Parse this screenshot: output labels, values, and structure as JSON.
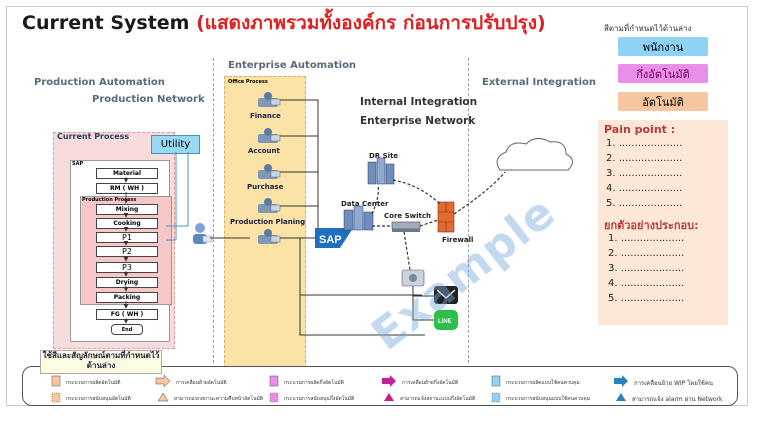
{
  "title": {
    "main": "Current System ",
    "thai": "(แสดงภาพรวมทั้งองค์กร ก่อนการปรับปรุง)"
  },
  "legend_top": {
    "header": "สีตามที่กำหนดไว้ด้านล่าง",
    "employee": "พนักงาน",
    "semi_auto": "กึ่งอัตโนมัติ",
    "auto": "อัตโนมัติ",
    "colors": {
      "employee": "#8fd3f4",
      "semi_auto": "#e98ee9",
      "auto": "#f7c59f"
    }
  },
  "sections": {
    "production_automation": "Production Automation",
    "production_network": "Production Network",
    "enterprise_automation": "Enterprise Automation",
    "internal_integration": "Internal Integration",
    "enterprise_network": "Enterprise Network",
    "external_integration": "External Integration"
  },
  "current_process": {
    "title": "Current Process",
    "sap_label": "SAP",
    "pp_label": "Production Process",
    "steps": [
      "Material",
      "RM ( WH )",
      "Mixing",
      "Cooking",
      "P1",
      "P2",
      "P3",
      "Drying",
      "Packing",
      "FG ( WH )",
      "End"
    ]
  },
  "utility": "Utility",
  "enterprise": {
    "header": "Office Process",
    "items": [
      "Finance",
      "Account",
      "Purchase",
      "Production Planing"
    ]
  },
  "nodes": {
    "dr_site": "DR Site",
    "data_center": "Data Center",
    "core_switch": "Core Switch",
    "firewall": "Firewall",
    "sap": "SAP",
    "line": "LINE"
  },
  "pain": {
    "title": "Pain point :",
    "items": [
      "1. ....................",
      "2. ....................",
      "3. ....................",
      "4. ....................",
      "5. ...................."
    ],
    "example_title": "ยกตัวอย่างประกอบ:",
    "examples": [
      "1. ....................",
      "2. ....................",
      "3. ....................",
      "4. ....................",
      "5. ...................."
    ]
  },
  "watermark": "Example",
  "legend_bottom": {
    "header": "ใช้สีและสัญลักษณ์ตามที่กำหนดไว้ด้านล่าง",
    "row1": [
      "กระบวนการผลิตอัตโนมัติ",
      "การเคลื่อนย้ายอัตโนมัติ",
      "กระบวนการผลิตกึ่งอัตโนมัติ",
      "การเคลื่อนย้ายกึ่งอัตโนมัติ",
      "กระบวนการผลิตแบบใช้คนควบคุม",
      "การเคลื่อนย้าย WIP โดยใช้คน"
    ],
    "row2": [
      "กระบวนการสนับสนุนอัตโนมัติ",
      "สามารถแจกสถานะความคืบหน้าอัตโนมัติ",
      "กระบวนการสนับสนุนกึ่งอัตโนมัติ",
      "สามารถแจ้งสถานะแบบกึ่งอัตโนมัติ",
      "กระบวนการสนับสนุนแบบใช้คนควบคุม",
      "สามารถแจ้ง alarm ผ่าน Network"
    ]
  }
}
